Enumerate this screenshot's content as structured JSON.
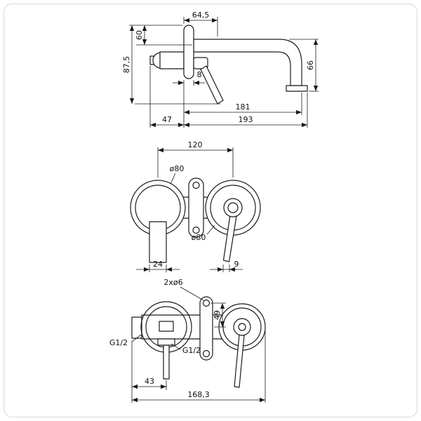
{
  "drawing": {
    "background": "#ffffff",
    "line_color": "#1a1a1a",
    "views": {
      "side": {
        "dims": {
          "handle_offset": "64,5",
          "plate_top_to_spout": "60",
          "handle_drop": "87,5",
          "plate_thickness": "8",
          "spout_drop": "66",
          "spout_projection": "181",
          "total_projection": "193",
          "inwall_depth": "47"
        }
      },
      "front": {
        "dims": {
          "center_distance": "120",
          "escutcheon_left_dia": "ø80",
          "escutcheon_right_dia": "ø80",
          "spout_width": "24",
          "lever_width": "9"
        }
      },
      "installation": {
        "dims": {
          "mounting_holes": "2xø6",
          "hole_offset": "49",
          "inlet_thread": "G1/2",
          "outlet_thread": "G1/2",
          "outlet_offset": "43",
          "overall_width": "168,3"
        }
      }
    }
  }
}
